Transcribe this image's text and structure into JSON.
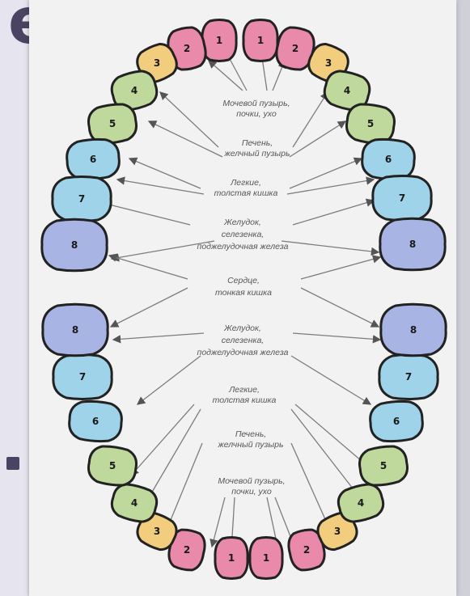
{
  "background": {
    "letter": "е",
    "text_color": "#4a4462"
  },
  "colors": {
    "1": "#e98aab",
    "2": "#e98aab",
    "3": "#f2cd7e",
    "4": "#bfd89c",
    "5": "#bfd89c",
    "6": "#9fd3ea",
    "7": "#9fd3ea",
    "8": "#a8b4e4"
  },
  "teeth": {
    "upper_left": [
      "1",
      "2",
      "3",
      "4",
      "5",
      "6",
      "7",
      "8"
    ],
    "upper_right": [
      "1",
      "2",
      "3",
      "4",
      "5",
      "6",
      "7",
      "8"
    ],
    "lower_left": [
      "1",
      "2",
      "3",
      "4",
      "5",
      "6",
      "7",
      "8"
    ],
    "lower_right": [
      "1",
      "2",
      "3",
      "4",
      "5",
      "6",
      "7",
      "8"
    ]
  },
  "labels": {
    "upper_1_2": [
      "Мочевой пузырь,",
      "почки, ухо"
    ],
    "upper_4_5": [
      "Печень,",
      "желчный пузырь"
    ],
    "upper_6_7": [
      "Легкие,",
      "толстая кишка"
    ],
    "upper_3_8": [
      "Желудок,",
      "селезенка,",
      "поджелудочная железа"
    ],
    "heart": [
      "Сердце,",
      "тонкая кишка"
    ],
    "lower_3_8": [
      "Желудок,",
      "селезенка,",
      "поджелудочная железа"
    ],
    "lower_6_7": [
      "Легкие,",
      "толстая кишка"
    ],
    "lower_4_5": [
      "Печень,",
      "желчный пузырь"
    ],
    "lower_1_2": [
      "Мочевой пузырь,",
      "почки, ухо"
    ]
  }
}
